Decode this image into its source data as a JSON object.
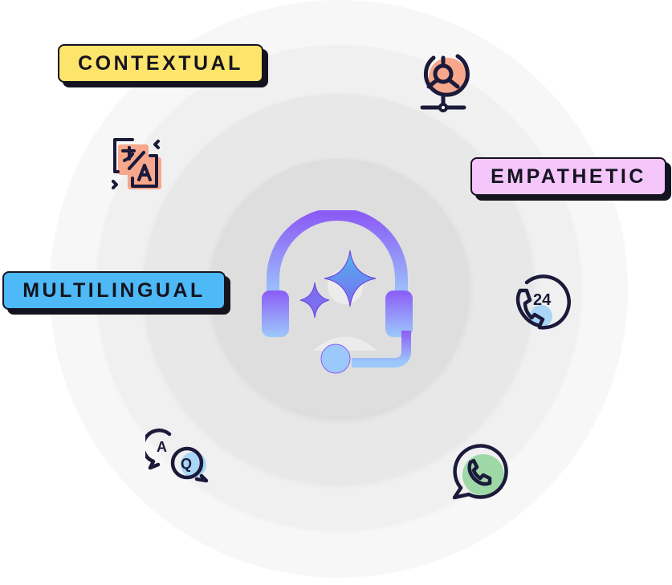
{
  "labels": {
    "contextual": "CONTEXTUAL",
    "empathetic": "EMPATHETIC",
    "multilingual": "MULTILINGUAL"
  },
  "icons": {
    "center": "headset-sparkle-icon",
    "translate": "translate-icon",
    "network": "network-globe-icon",
    "phone24": "phone-24-icon",
    "faq": "question-answer-chat-icon",
    "whatsapp": "whatsapp-icon",
    "phone24_text": "24",
    "faq_a": "A",
    "faq_q": "Q"
  },
  "colors": {
    "contextual": "#fde46a",
    "empathetic": "#f4c6fa",
    "multilingual": "#4db9f6",
    "accent_purple": "#8b5cf6",
    "peach": "#f7a88c",
    "light_blue": "#a9d6f7",
    "green": "#9fd8a7"
  }
}
